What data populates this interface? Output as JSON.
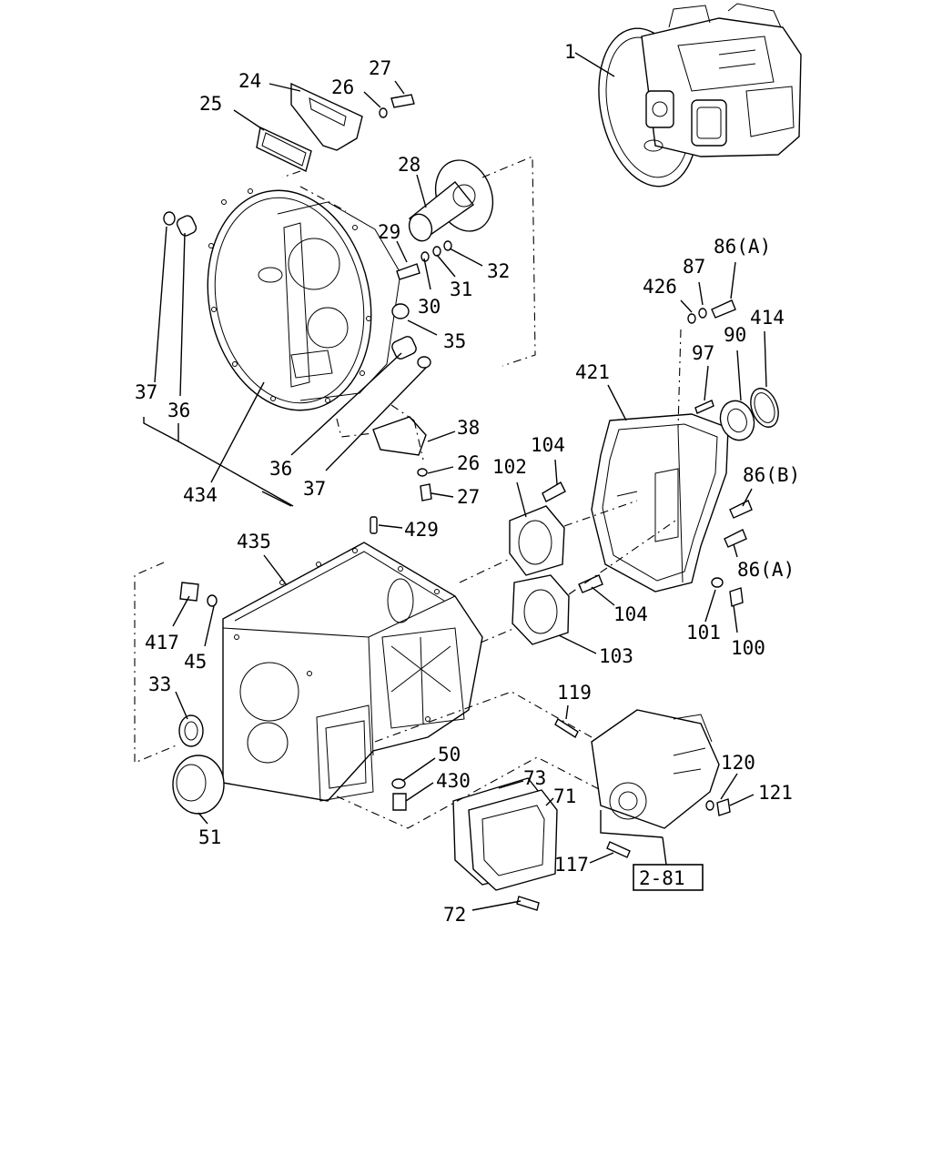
{
  "labels": {
    "p1": "1",
    "p24": "24",
    "p25": "25",
    "p26a": "26",
    "p27a": "27",
    "p28": "28",
    "p29": "29",
    "p30": "30",
    "p31": "31",
    "p32": "32",
    "p35": "35",
    "p37a": "37",
    "p36a": "36",
    "p434": "434",
    "p36b": "36",
    "p37b": "37",
    "p38": "38",
    "p26b": "26",
    "p27b": "27",
    "p429": "429",
    "p435": "435",
    "p417": "417",
    "p45": "45",
    "p33": "33",
    "p51": "51",
    "p50": "50",
    "p430": "430",
    "p73": "73",
    "p71": "71",
    "p72": "72",
    "p119": "119",
    "p117": "117",
    "p120": "120",
    "p121": "121",
    "p102": "102",
    "p104a": "104",
    "p104b": "104",
    "p103": "103",
    "p421": "421",
    "p426": "426",
    "p87": "87",
    "p86a1": "86(A)",
    "p97": "97",
    "p90": "90",
    "p414": "414",
    "p86b": "86(B)",
    "p86a2": "86(A)",
    "p101": "101",
    "p100": "100"
  },
  "reference": {
    "text": "2-81"
  }
}
